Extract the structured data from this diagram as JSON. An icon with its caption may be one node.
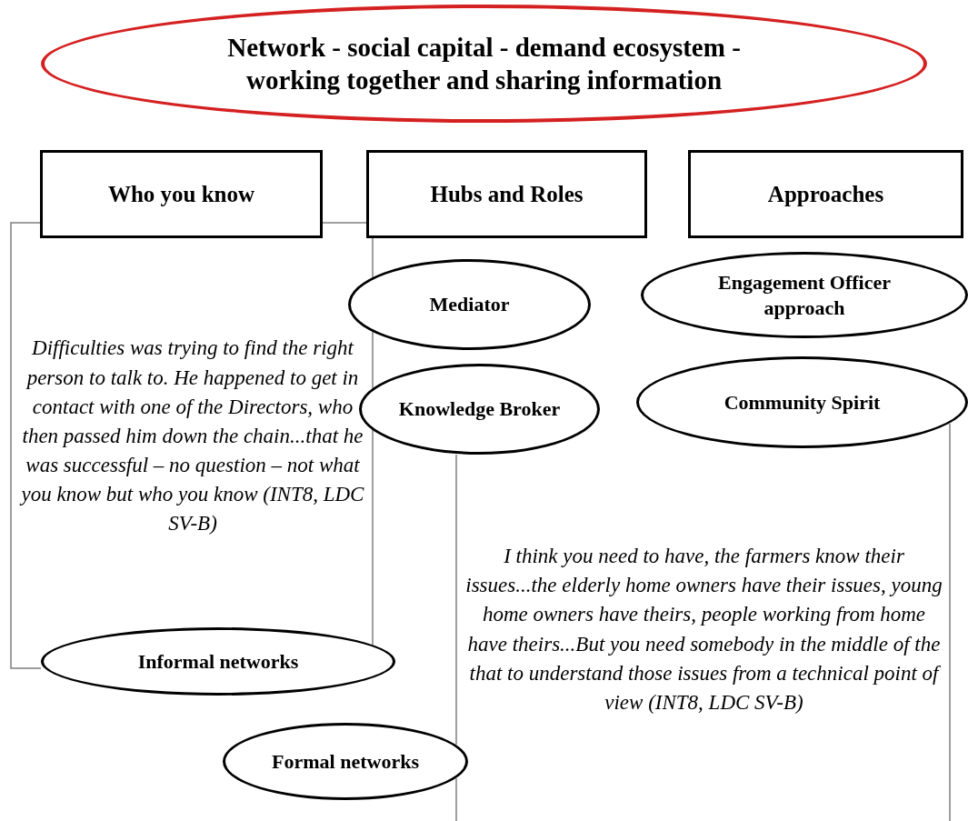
{
  "diagram": {
    "nodes": [
      {
        "text": [
          "Network - social capital - demand ecosystem - working together and sharing information"
        ]
      },
      {
        "text": [
          "Who you know"
        ]
      },
      {
        "text": [
          "Hubs and Roles"
        ]
      },
      {
        "text": [
          "Approaches"
        ]
      },
      {
        "text": [
          "Difficulties was trying to find the right person to talk to. He happened to get in contact with one of the Directors, who then passed him down the chain...that he was successful – no question – not what you know but who you know (INT8, LDC SV-B)"
        ]
      },
      {
        "text": [
          "Mediator"
        ]
      },
      {
        "text": [
          "Engagement Officer approach"
        ]
      },
      {
        "text": [
          "Knowledge Broker"
        ]
      },
      {
        "text": [
          "Community Spirit"
        ]
      },
      {
        "text": [
          "I think you need to have, the farmers know their issues...the elderly home owners have their issues, young home owners have theirs, people working from home have theirs...But you need somebody in the middle of the that to understand those issues from a technical point of view (INT8, LDC SV-B)"
        ]
      },
      {
        "text": [
          "Informal networks"
        ]
      },
      {
        "text": [
          "Formal networks"
        ]
      }
    ]
  }
}
